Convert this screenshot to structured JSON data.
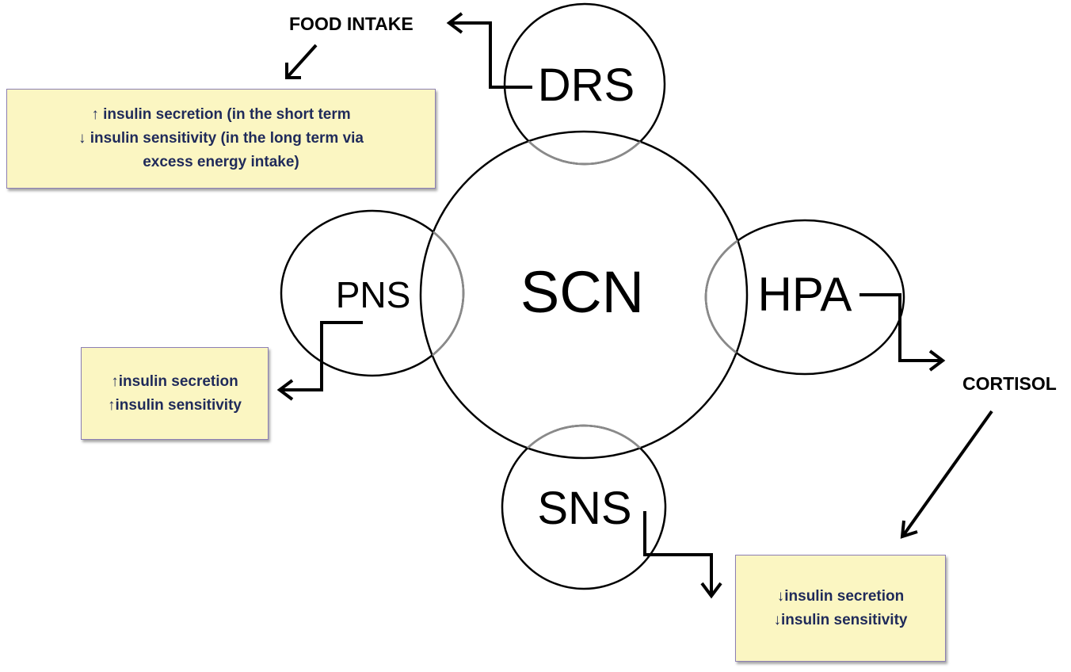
{
  "nodes": {
    "scn": "SCN",
    "drs": "DRS",
    "pns": "PNS",
    "hpa": "HPA",
    "sns": "SNS"
  },
  "outputs": {
    "food_intake": "FOOD INTAKE",
    "cortisol": "CORTISOL"
  },
  "effects": {
    "food": [
      "↑ insulin secretion (in the short term",
      "↓ insulin sensitivity (in the long term via",
      "excess energy intake)"
    ],
    "pns": [
      "↑insulin secretion",
      "↑insulin sensitivity"
    ],
    "sns_cortisol": [
      "↓insulin secretion",
      "↓insulin sensitivity"
    ]
  },
  "colors": {
    "box_fill": "#fbf6c2",
    "box_border": "#8c7fb3",
    "box_text": "#1f2a5a",
    "line": "#000000",
    "overlap_line": "#888888"
  }
}
